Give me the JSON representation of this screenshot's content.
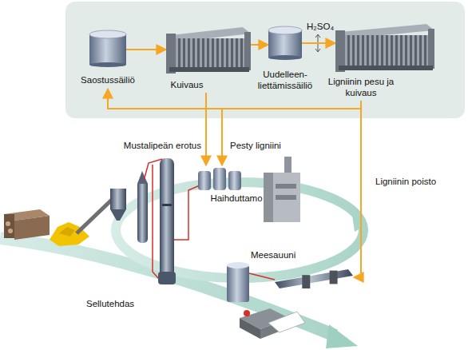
{
  "diagram": {
    "nodes": [
      {
        "text": [
          "Saostussäiliö"
        ]
      },
      {
        "text": [
          "Kuivaus"
        ]
      },
      {
        "text": [
          "Uudelleen- liettämissäiliö"
        ]
      },
      {
        "text": [
          "Ligniinin pesu ja kuivaus"
        ]
      },
      {
        "text": [
          "Haihduttamo"
        ]
      },
      {
        "text": [
          "Meesauuni"
        ]
      }
    ],
    "edges": [
      {
        "from": 0,
        "to": 1,
        "arrow": "to"
      },
      {
        "from": 1,
        "to": 2,
        "arrow": "to"
      },
      {
        "from": 2,
        "to": 3,
        "arrow": "to"
      },
      {
        "from": 3,
        "to": 0,
        "arrow": "to"
      },
      {
        "from": 1,
        "to": 4,
        "arrow": "to"
      },
      {
        "from": 3,
        "to": 4,
        "arrow": "to"
      },
      {
        "from": 3,
        "to": 5,
        "label": "Ligniinin poisto",
        "arrow": "to"
      }
    ],
    "labels": [
      "H₂SO₄",
      "Mustalipeän erotus",
      "Pesty ligniini",
      "Sellutehdas"
    ]
  }
}
